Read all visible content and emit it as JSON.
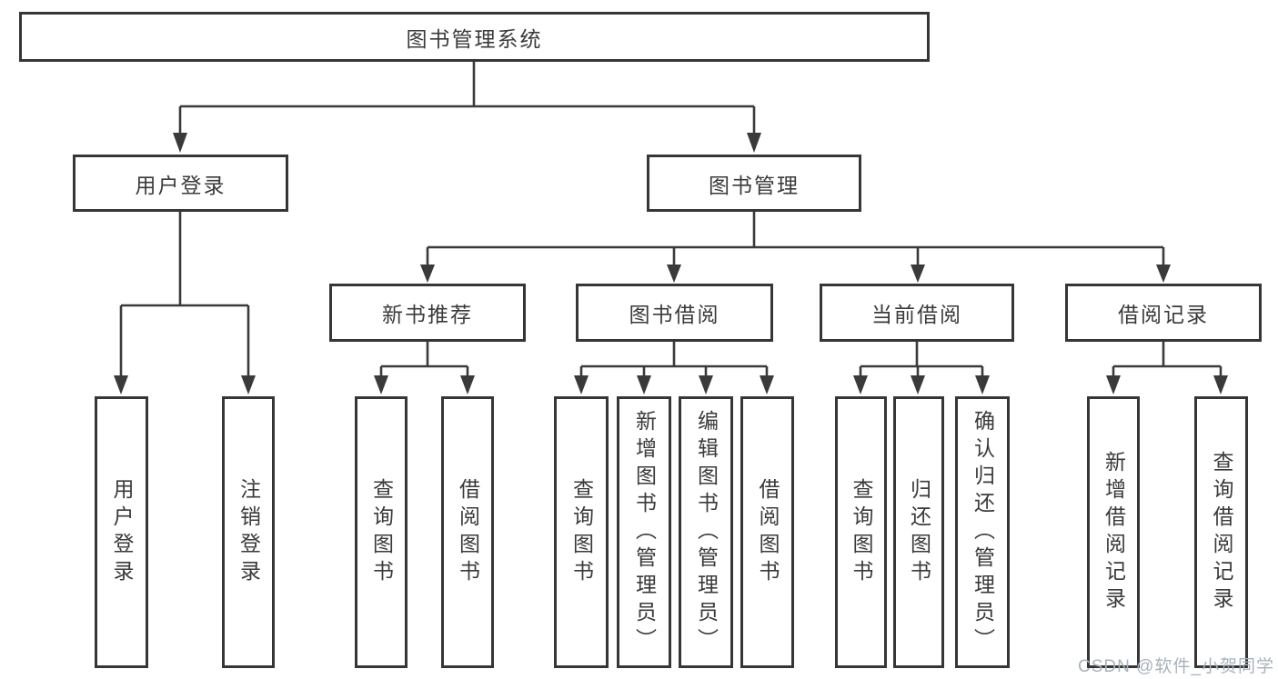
{
  "tree": {
    "root": {
      "label": "图书管理系统"
    },
    "level2": [
      {
        "label": "用户登录"
      },
      {
        "label": "图书管理"
      }
    ],
    "level3": [
      {
        "label": "新书推荐"
      },
      {
        "label": "图书借阅"
      },
      {
        "label": "当前借阅"
      },
      {
        "label": "借阅记录"
      }
    ],
    "leaves": {
      "user": [
        {
          "label": "用户登录"
        },
        {
          "label": "注销登录"
        }
      ],
      "new_books": [
        {
          "label": "查询图书"
        },
        {
          "label": "借阅图书"
        }
      ],
      "book_borrow": [
        {
          "label": "查询图书"
        },
        {
          "label": "新增图书（管理员）"
        },
        {
          "label": "编辑图书（管理员）"
        },
        {
          "label": "借阅图书"
        }
      ],
      "current_borrow": [
        {
          "label": "查询图书"
        },
        {
          "label": "归还图书"
        },
        {
          "label": "确认归还（管理员）"
        }
      ],
      "borrow_records": [
        {
          "label": "新增借阅记录"
        },
        {
          "label": "查询借阅记录"
        }
      ]
    }
  },
  "watermark": {
    "text": "CSDN @软件_小贺同学"
  },
  "colors": {
    "background": "#ffffff",
    "line": "#3a3a3a",
    "box_border": "#363636",
    "box_fill": "#ffffff",
    "text": "#3a3a3a",
    "watermark": "#a9b2bb"
  }
}
